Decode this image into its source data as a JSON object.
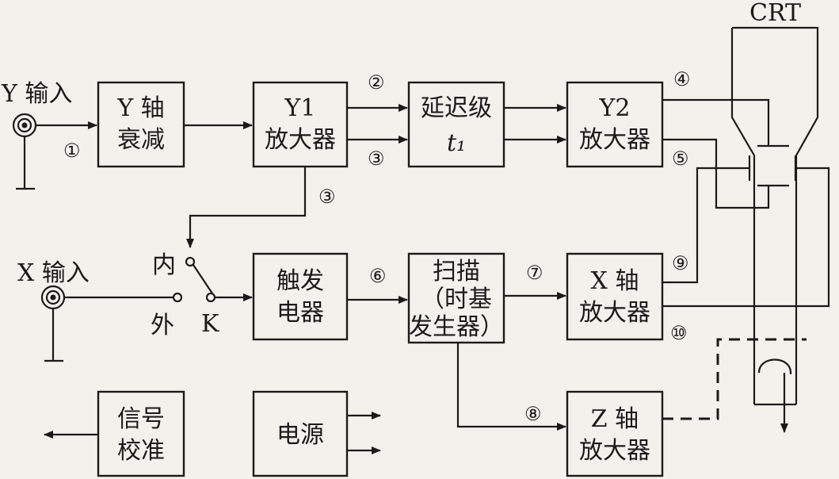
{
  "blocks": {
    "y_atten": {
      "line1": "Y 轴",
      "line2": "衰减"
    },
    "y1_amp": {
      "line1": "Y1",
      "line2": "放大器"
    },
    "delay": {
      "line1": "延迟级",
      "line2": "t₁"
    },
    "y2_amp": {
      "line1": "Y2",
      "line2": "放大器"
    },
    "trigger": {
      "line1": "触发",
      "line2": "电器"
    },
    "sweep": {
      "line1": "扫描",
      "line2": "（时基",
      "line3": "发生器）"
    },
    "x_amp": {
      "line1": "X 轴",
      "line2": "放大器"
    },
    "calib": {
      "line1": "信号",
      "line2": "校准"
    },
    "power": {
      "line1": "电源"
    },
    "z_amp": {
      "line1": "Z 轴",
      "line2": "放大器"
    }
  },
  "labels": {
    "y_input": "Y 输入",
    "x_input": "X 输入",
    "crt": "CRT",
    "internal": "内",
    "external": "外",
    "switch": "K"
  },
  "markers": {
    "m1": "①",
    "m2": "②",
    "m3a": "③",
    "m3b": "③",
    "m4": "④",
    "m5": "⑤",
    "m6": "⑥",
    "m7": "⑦",
    "m8": "⑧",
    "m9": "⑨",
    "m10": "⑩"
  }
}
